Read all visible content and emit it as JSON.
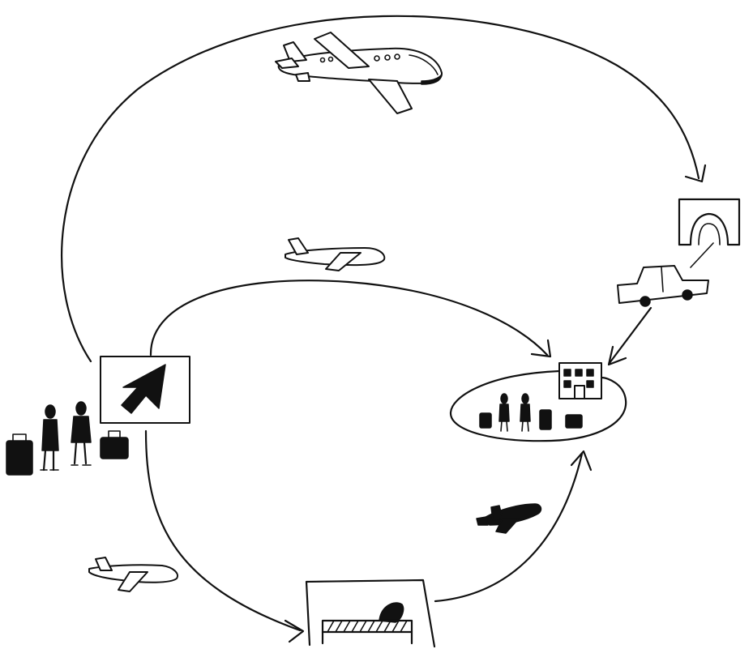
{
  "diagram": {
    "nodes": [
      {
        "id": "origin-waiting-passengers",
        "icon": "passengers-with-luggage-icon"
      },
      {
        "id": "origin-airport-sign",
        "icon": "departure-arrow-sign-icon"
      },
      {
        "id": "tunnel-gate",
        "icon": "tunnel-arch-icon"
      },
      {
        "id": "car-transfer",
        "icon": "car-icon"
      },
      {
        "id": "destination-hotel-group",
        "icon": "hotel-building-icon"
      },
      {
        "id": "overnight-bed-stop",
        "icon": "bed-icon"
      }
    ],
    "edges": [
      {
        "from": "origin-airport-sign",
        "to": "tunnel-gate",
        "icon": "large-airplane-icon"
      },
      {
        "from": "origin-airport-sign",
        "to": "destination-hotel-group",
        "icon": "small-airplane-icon"
      },
      {
        "from": "car-transfer",
        "to": "destination-hotel-group",
        "icon": "car-icon"
      },
      {
        "from": "origin-airport-sign",
        "to": "overnight-bed-stop",
        "icon": "small-airplane-icon"
      },
      {
        "from": "overnight-bed-stop",
        "to": "destination-hotel-group",
        "icon": "dark-airplane-icon"
      }
    ],
    "colors": {
      "ink": "#111111",
      "paper": "#ffffff"
    }
  }
}
